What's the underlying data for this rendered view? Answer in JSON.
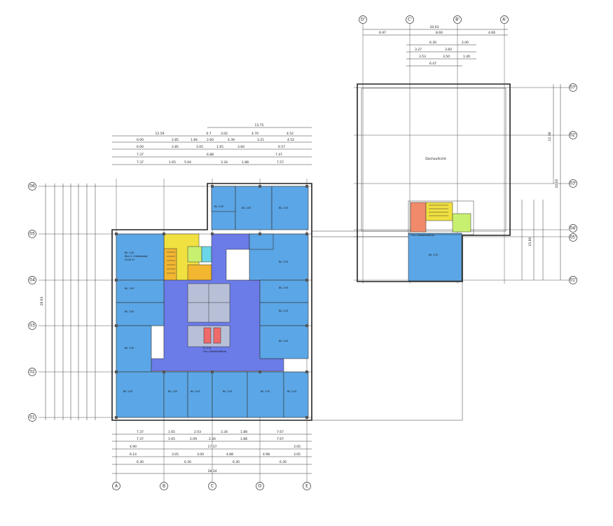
{
  "axes": {
    "left_columns": [
      "A",
      "B",
      "C",
      "D",
      "E"
    ],
    "left_rows": [
      "06",
      "05",
      "04",
      "03",
      "02",
      "01"
    ],
    "right_columns": [
      "D'",
      "C'",
      "B'",
      "A'"
    ],
    "right_rows": [
      "07'",
      "02'",
      "03'",
      "04'",
      "05'",
      "01'"
    ]
  },
  "labels": {
    "dachaufsicht": "Dachaufsicht",
    "room_title": "Bü. 2.05",
    "room_sub": "Büro 2 / Arbeitsplatz",
    "room_area": "20,00 m²",
    "hall_title": "FL 2.01",
    "hall_sub": "Flur / Verkehrsfläche"
  },
  "dims": {
    "top_main_total_a": "12.59",
    "top_main_total_b": "13.75",
    "top_row1": [
      "6.00",
      "2.85",
      "1.84",
      "2.60",
      "4.39",
      "3.21",
      "4.52"
    ],
    "top_row2": [
      "6.00",
      "2.85",
      "3.05",
      "1.65",
      "3.60",
      "6.57"
    ],
    "top_row3": [
      "7.37",
      "6.88",
      "7.47"
    ],
    "top_row4": [
      "7.37",
      "1.65",
      "5.04",
      "3.34",
      "1.88",
      "7.57"
    ],
    "top_small": [
      "0.7",
      "3.02",
      "4.70",
      "4.52"
    ],
    "bottom_row1": [
      "7.37",
      "1.65",
      "2.03",
      "3.34",
      "1.88",
      "7.67"
    ],
    "bottom_row2": [
      "7.37",
      "1.65",
      "2.09",
      "2.34",
      "1.88",
      "7.67"
    ],
    "bottom_row3": [
      "4.90",
      "17.37",
      "3.05"
    ],
    "bottom_row4": [
      "6.14",
      "3.05",
      "3.00",
      "4.88",
      "4.98",
      "3.05"
    ],
    "bottom_row5": [
      "6.30",
      "6.30",
      "6.30",
      "6.30"
    ],
    "bottom_total": "28.34",
    "right_top_total": "20.63",
    "right_top_row1": [
      "6.97",
      "8.60",
      "4.66"
    ],
    "right_top_row2": [
      "6.30",
      "2.00"
    ],
    "right_top_row3": [
      "3.27",
      "3.60"
    ],
    "right_top_row4": [
      "3.53",
      "3.50",
      "1.40"
    ],
    "right_top_row5": [
      "6.47"
    ],
    "left_total": "28.63",
    "right_side_a": "12.38",
    "right_side_b": "20.00",
    "right_side_c": "15.80"
  }
}
